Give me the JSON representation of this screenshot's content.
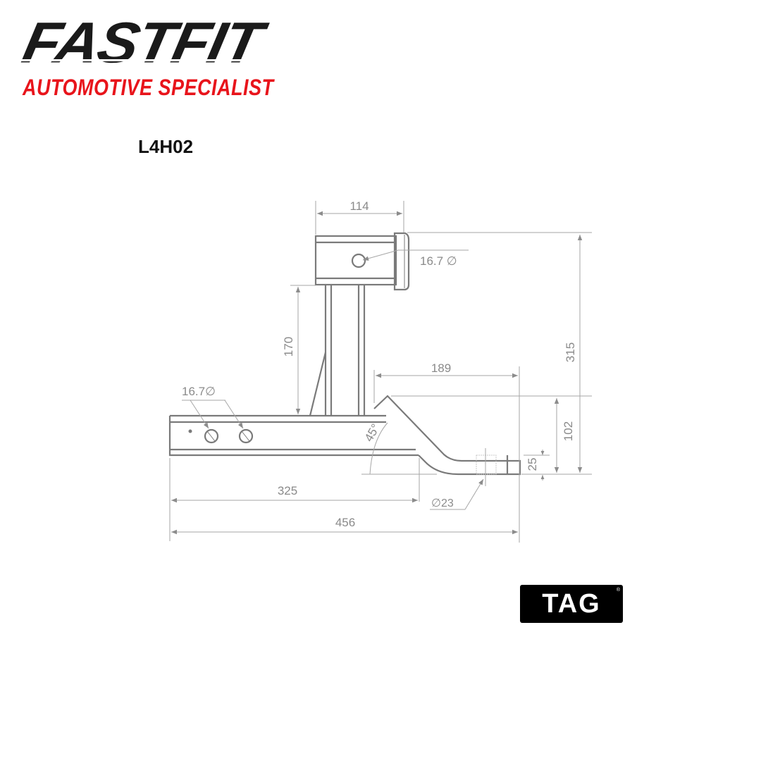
{
  "brand": {
    "name": "FASTFIT",
    "tagline": "AUTOMOTIVE SPECIALIST",
    "name_color": "#1a1a1a",
    "tagline_color": "#e8141b"
  },
  "product": {
    "model": "L4H02"
  },
  "drawing": {
    "line_color": "#7a7a7a",
    "dim_color": "#9a9a9a",
    "dimensions": {
      "receiver_length": "114",
      "receiver_pin_hole": "16.7 ∅",
      "riser_height": "170",
      "overall_height": "315",
      "shank_pin_holes": "16.7∅",
      "ball_mount_reach": "189",
      "ball_mount_drop": "102",
      "tongue_thickness": "25",
      "bend_angle": "45°",
      "ball_hole_diameter": "∅23",
      "bar_length": "325",
      "overall_length": "456"
    }
  },
  "partner_logo": {
    "name": "TAG",
    "registered": "®"
  }
}
